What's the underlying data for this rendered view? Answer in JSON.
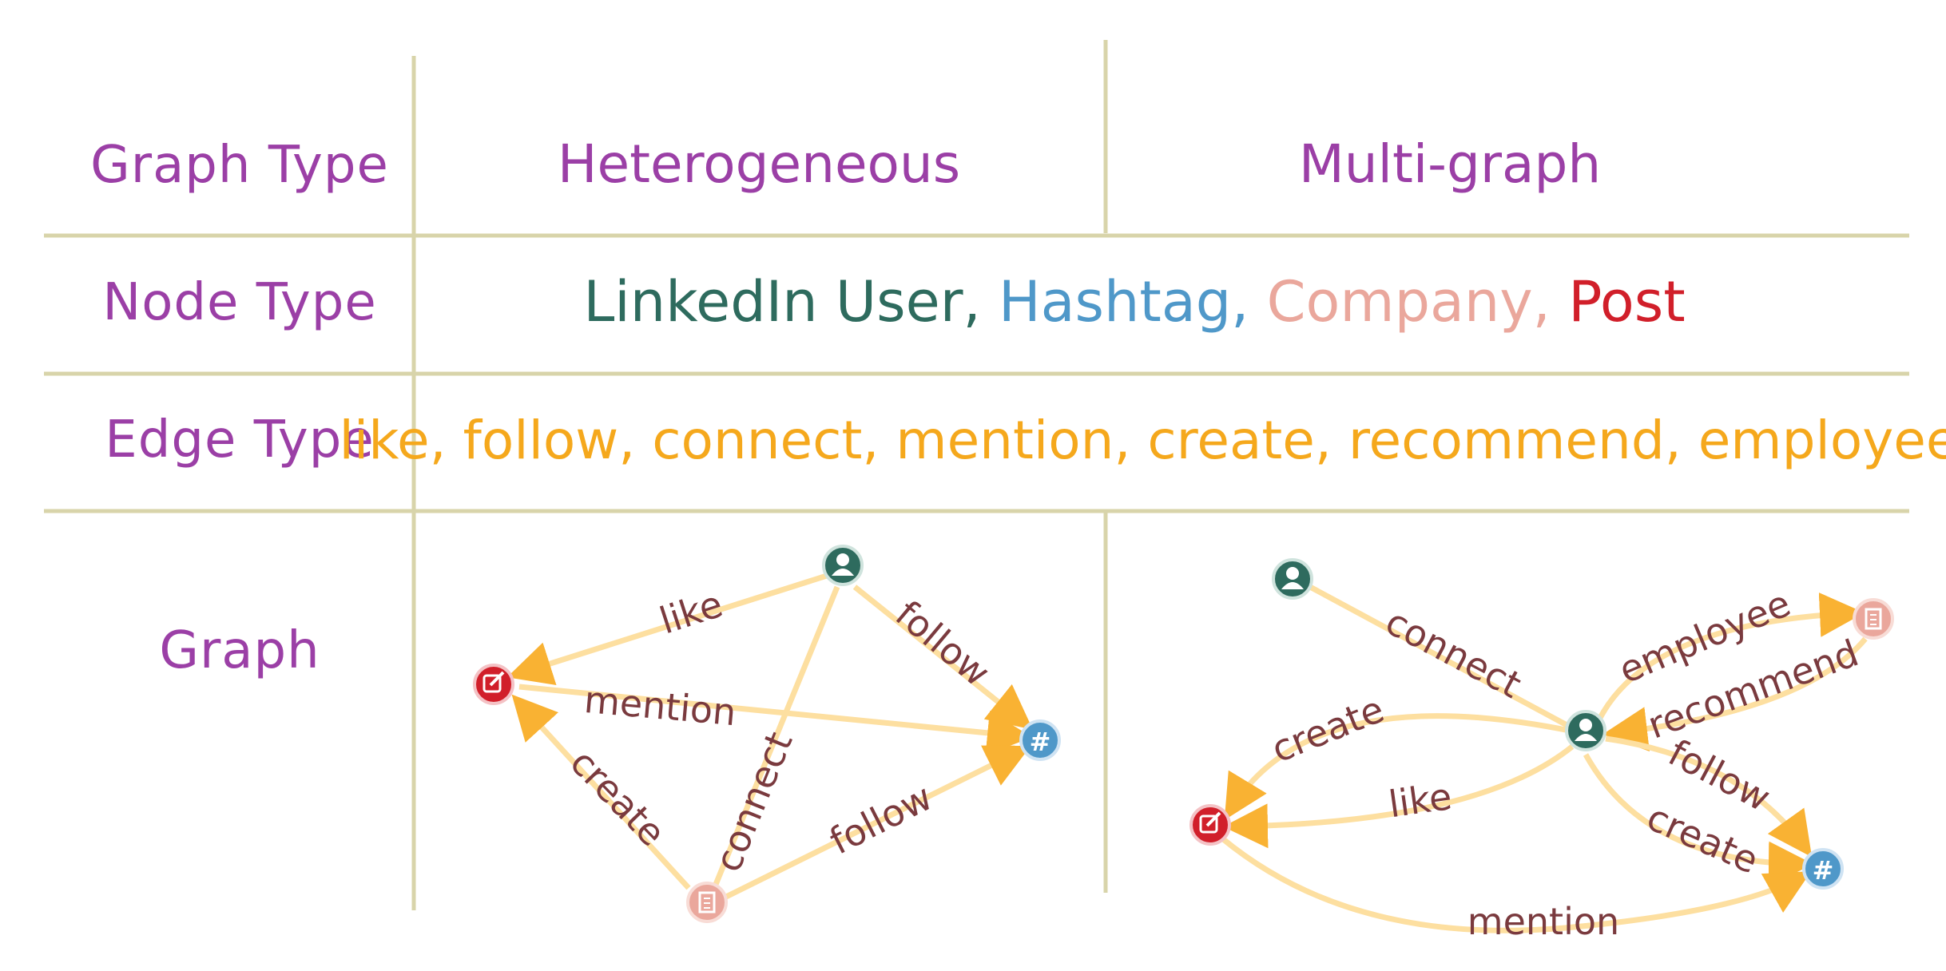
{
  "table": {
    "rows": {
      "graph_type": {
        "label": "Graph Type",
        "heterogeneous": "Heterogeneous",
        "multigraph": "Multi-graph"
      },
      "node_type": {
        "label": "Node Type",
        "items": [
          {
            "text": "LinkedIn User,",
            "color": "#2e6b5e"
          },
          {
            "text": "Hashtag,",
            "color": "#4f98c9"
          },
          {
            "text": "Company,",
            "color": "#eaa79c"
          },
          {
            "text": "Post",
            "color": "#d11f2a"
          }
        ]
      },
      "edge_type": {
        "label": "Edge Type",
        "text": "like, follow, connect, mention, create, recommend, employee"
      },
      "graph": {
        "label": "Graph"
      }
    }
  },
  "colors": {
    "user": "#2e6b5e",
    "hashtag": "#4f98c9",
    "company": "#eaa79c",
    "post": "#d11f2a",
    "edge": "#fddfa0",
    "arrow": "#f9b233",
    "edge_label": "#7a3a3e",
    "header": "#9b3fa6",
    "grid": "#d8d4aa"
  },
  "heterogeneous_graph": {
    "nodes": [
      {
        "id": "user",
        "type": "user",
        "icon": "user-icon"
      },
      {
        "id": "post",
        "type": "post",
        "icon": "edit-icon"
      },
      {
        "id": "hashtag",
        "type": "hashtag",
        "icon": "hashtag-icon"
      },
      {
        "id": "company",
        "type": "company",
        "icon": "building-icon"
      }
    ],
    "edges": [
      {
        "label": "like"
      },
      {
        "label": "follow"
      },
      {
        "label": "mention"
      },
      {
        "label": "connect"
      },
      {
        "label": "create"
      },
      {
        "label": "follow"
      }
    ]
  },
  "multi_graph": {
    "nodes": [
      {
        "id": "user-a",
        "type": "user",
        "icon": "user-icon"
      },
      {
        "id": "user-b",
        "type": "user",
        "icon": "user-icon"
      },
      {
        "id": "company",
        "type": "company",
        "icon": "building-icon"
      },
      {
        "id": "post",
        "type": "post",
        "icon": "edit-icon"
      },
      {
        "id": "hashtag",
        "type": "hashtag",
        "icon": "hashtag-icon"
      }
    ],
    "edges": [
      {
        "label": "connect"
      },
      {
        "label": "employee"
      },
      {
        "label": "recommend"
      },
      {
        "label": "create"
      },
      {
        "label": "like"
      },
      {
        "label": "follow"
      },
      {
        "label": "create"
      },
      {
        "label": "mention"
      }
    ]
  }
}
